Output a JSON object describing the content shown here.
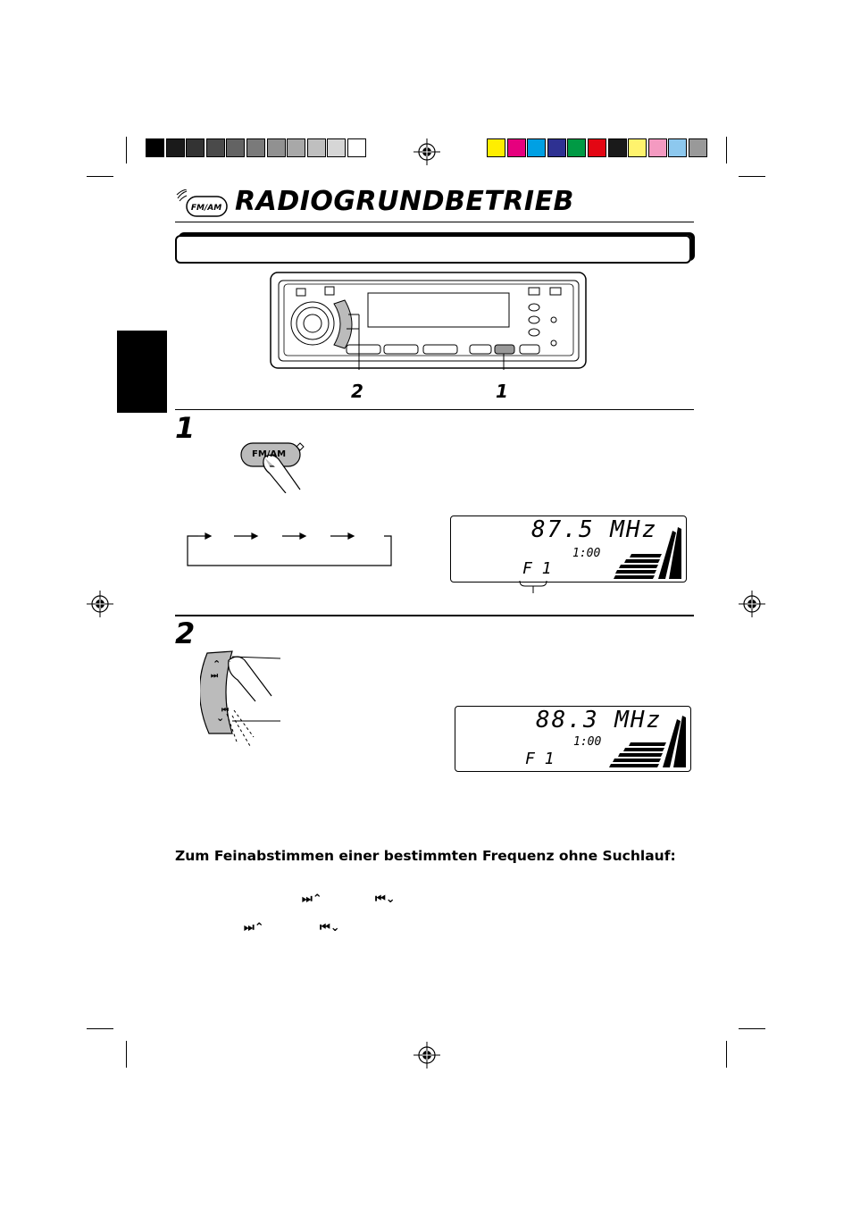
{
  "header": {
    "title": "RADIOGRUNDBETRIEB",
    "icon_label": "FM/AM",
    "gray_swatches": [
      "#000000",
      "#1a1a1a",
      "#333333",
      "#4a4a4a",
      "#636363",
      "#7a7a7a",
      "#919191",
      "#a8a8a8",
      "#bfbfbf",
      "#d6d6d6",
      "#ffffff"
    ],
    "color_swatches": [
      "#ffee00",
      "#e6007e",
      "#00a0e3",
      "#2e3192",
      "#009a44",
      "#e30613",
      "#1a1a1a",
      "#fff36d",
      "#f49ac1",
      "#8dc8ee",
      "#999999"
    ]
  },
  "callouts": {
    "button_2": "2",
    "button_1": "1"
  },
  "steps": {
    "step1": {
      "number": "1",
      "button_label": "FM/AM",
      "display": {
        "frequency": "87.5 MHz",
        "clock": "1:00",
        "band": "F 1"
      }
    },
    "step2": {
      "number": "2",
      "display": {
        "frequency": "88.3 MHz",
        "clock": "1:00",
        "band": "F 1"
      }
    }
  },
  "fine_tuning": {
    "heading": "Zum Feinabstimmen einer bestimmten Frequenz ohne Suchlauf:",
    "line1_up": "⏭⌃",
    "line1_down": "⏮⌄",
    "line2_up": "⏭⌃",
    "line2_down": "⏮⌄"
  }
}
